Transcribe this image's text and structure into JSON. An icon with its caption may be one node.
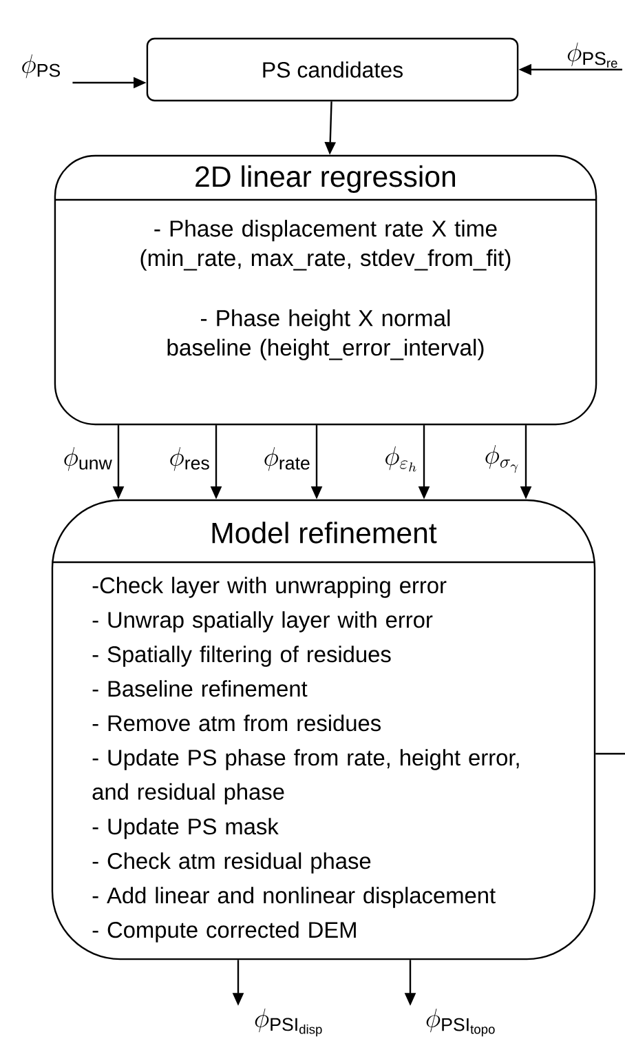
{
  "diagram": {
    "nodes": [
      {
        "text": [
          "\\phi_{\\mathrm{PS}}"
        ]
      },
      {
        "text": [
          "PS  candidates"
        ]
      },
      {
        "text": [
          "2D linear regression",
          "- Phase displacement rate X time (min_rate, max_rate, stdev_from_fit)",
          "- Phase height X normal baseline (height_error_interval)"
        ]
      },
      {
        "text": [
          "\\phi_{\\mathrm{PS}_{\\mathrm{re}}}"
        ]
      },
      {
        "text": [
          "Model refinement",
          "-Check layer with unwrapping error",
          "- Unwrap spatially layer with error",
          "- Spatially filtering of residues",
          "- Baseline refinement",
          "- Remove atm from residues",
          "- Update PS phase from rate, height error, and residual phase",
          "- Update PS mask",
          "- Check atm residual phase",
          "- Add linear and nonlinear displacement",
          "- Compute corrected DEM"
        ]
      },
      {
        "text": [
          "\\phi_{\\mathrm{PSI}_{\\mathrm{disp}}}"
        ]
      },
      {
        "text": [
          "\\phi_{\\mathrm{PSI}_{\\mathrm{topo}}}"
        ]
      }
    ],
    "edges": [
      {
        "from": 0,
        "to": 1,
        "arrow": "to"
      },
      {
        "from": 3,
        "to": 1,
        "arrow": "to"
      },
      {
        "from": 1,
        "to": 2,
        "arrow": "to"
      },
      {
        "from": 2,
        "to": 4,
        "arrow": "to",
        "label": "\\phi_{\\mathrm{unw}}"
      },
      {
        "from": 2,
        "to": 4,
        "arrow": "to",
        "label": "\\phi_{\\mathrm{res}}"
      },
      {
        "from": 2,
        "to": 4,
        "arrow": "to",
        "label": "\\phi_{\\mathrm{rate}}"
      },
      {
        "from": 2,
        "to": 4,
        "arrow": "to",
        "label": "\\phi_{\\varepsilon_h}"
      },
      {
        "from": 2,
        "to": 4,
        "arrow": "to",
        "label": "\\phi_{\\sigma_\\gamma}"
      },
      {
        "from": 4,
        "to": null,
        "arrow": "none"
      },
      {
        "from": 4,
        "to": 5,
        "arrow": "to"
      },
      {
        "from": 4,
        "to": 6,
        "arrow": "to"
      }
    ]
  }
}
